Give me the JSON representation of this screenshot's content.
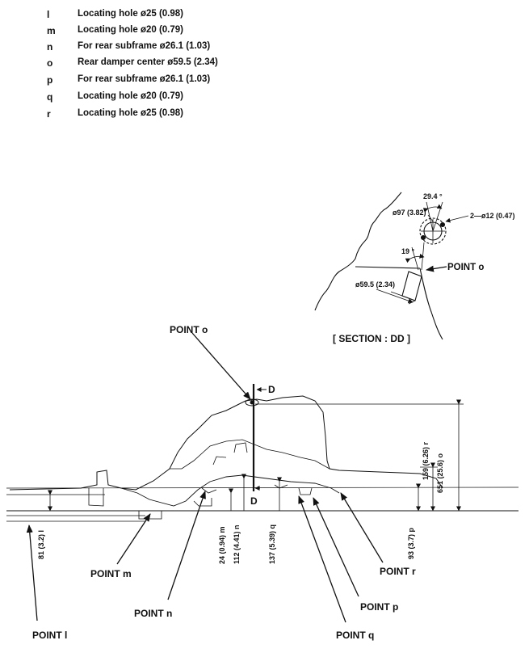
{
  "legend": [
    {
      "key": "l",
      "text": "Locating hole ø25 (0.98)"
    },
    {
      "key": "m",
      "text": "Locating hole ø20 (0.79)"
    },
    {
      "key": "n",
      "text": "For rear subframe ø26.1 (1.03)"
    },
    {
      "key": "o",
      "text": "Rear damper center ø59.5 (2.34)"
    },
    {
      "key": "p",
      "text": "For rear subframe ø26.1 (1.03)"
    },
    {
      "key": "q",
      "text": "Locating hole ø20 (0.79)"
    },
    {
      "key": "r",
      "text": "Locating hole ø25 (0.98)"
    }
  ],
  "section": {
    "angle_top": "29.4 °",
    "bolt_holes": "2—ø12 (0.47)",
    "pcd": "ø97 (3.82)",
    "angle_side": "19 °",
    "point_label": "POINT o",
    "bore": "ø59.5 (2.34)",
    "caption": "[ SECTION : DD ]"
  },
  "main": {
    "point_o": "POINT o",
    "section_mark_top": "D",
    "section_mark_bottom": "D",
    "dim_l": "81 (3.2) l",
    "dim_m": "24 (0.94) m",
    "dim_n": "112 (4.41) n",
    "dim_q": "137 (5.39) q",
    "dim_p": "93 (3.7) p",
    "dim_r": "159 (6.26) r",
    "dim_o": "651 (25.6) o",
    "point_l": "POINT l",
    "point_m": "POINT m",
    "point_n": "POINT n",
    "point_q": "POINT q",
    "point_p": "POINT p",
    "point_r": "POINT r"
  }
}
